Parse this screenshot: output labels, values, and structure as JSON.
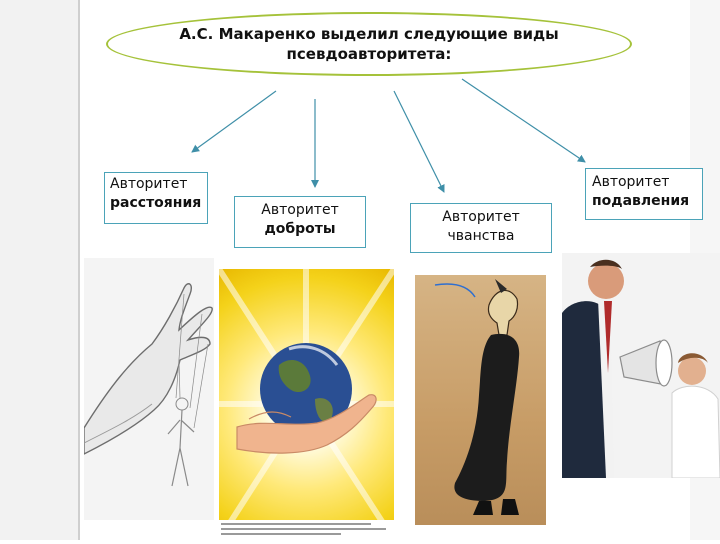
{
  "title": {
    "line1": "А.С. Макаренко выделил следующие виды",
    "line2": "псевдоавторитета:"
  },
  "boxes": [
    {
      "word": "Авторитет",
      "kind": "расстояния"
    },
    {
      "word": "Авторитет",
      "kind": "доброты"
    },
    {
      "word": "Авторитет",
      "kind": "чванства"
    },
    {
      "word": "Авторитет",
      "kind": "подавления"
    }
  ],
  "colors": {
    "ellipse_border": "#a5c23a",
    "box_border": "#4ba3b8",
    "arrow": "#3f8fa8"
  }
}
